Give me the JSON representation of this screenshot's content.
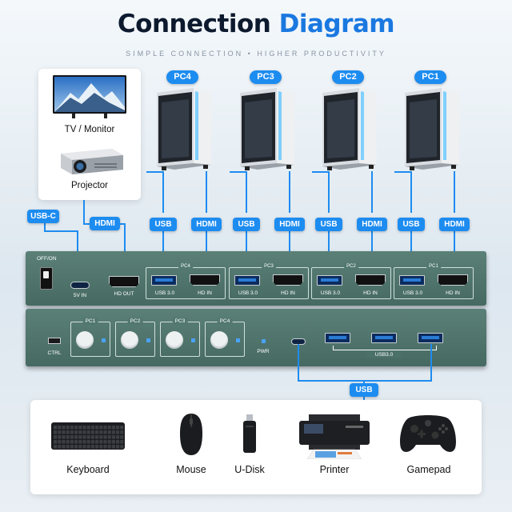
{
  "header": {
    "title_main": "Connection",
    "title_accent": "Diagram",
    "subtitle": "SIMPLE CONNECTION  •  HIGHER PRODUCTIVITY"
  },
  "display_devices": {
    "monitor_label": "TV / Monitor",
    "projector_label": "Projector"
  },
  "pcs": [
    "PC4",
    "PC3",
    "PC2",
    "PC1"
  ],
  "cable_tags": {
    "usb_c": "USB-C",
    "hdmi": "HDMI",
    "usb": "USB"
  },
  "rear_panel": {
    "switch_label": "OFF/ON",
    "power_port_label": "5V IN",
    "hd_out_label": "HD OUT",
    "port_groups": [
      {
        "title": "PC4",
        "usb_label": "USB 3.0",
        "hdmi_label": "HD IN"
      },
      {
        "title": "PC3",
        "usb_label": "USB 3.0",
        "hdmi_label": "HD IN"
      },
      {
        "title": "PC2",
        "usb_label": "USB 3.0",
        "hdmi_label": "HD IN"
      },
      {
        "title": "PC1",
        "usb_label": "USB 3.0",
        "hdmi_label": "HD IN"
      }
    ]
  },
  "front_panel": {
    "ctrl_label": "CTRL",
    "buttons": [
      "PC1",
      "PC2",
      "PC3",
      "PC4"
    ],
    "pwr_label": "PWR",
    "usb_label": "USB3.0"
  },
  "peripherals": [
    "Keyboard",
    "Mouse",
    "U-Disk",
    "Printer",
    "Gamepad"
  ],
  "colors": {
    "accent": "#1a78e0",
    "cable": "#1d8cf0",
    "panel": "#527870"
  }
}
